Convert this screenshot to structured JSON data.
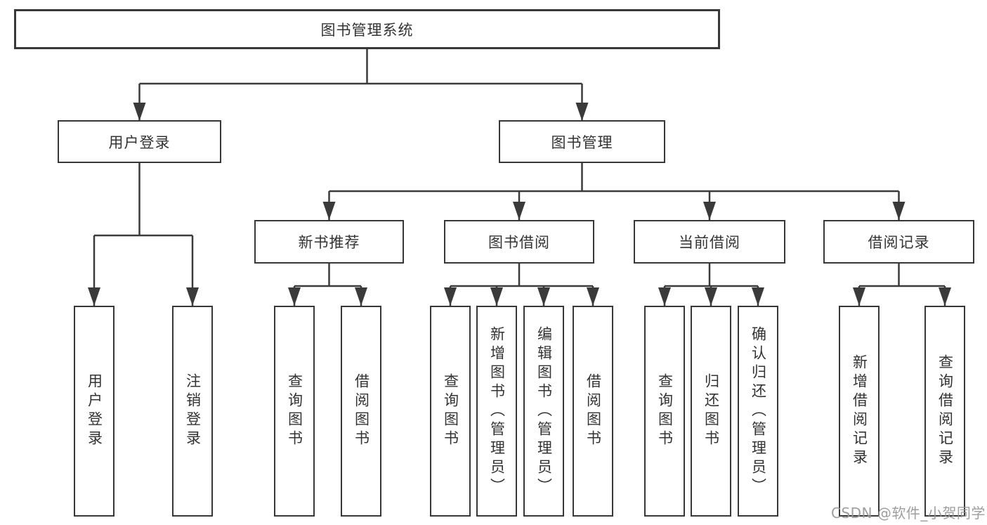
{
  "tree": {
    "root": {
      "label": "图书管理系统"
    },
    "branches": [
      {
        "label": "用户登录",
        "leaves": [
          {
            "label": "用户登录"
          },
          {
            "label": "注销登录"
          }
        ]
      },
      {
        "label": "图书管理",
        "groups": [
          {
            "label": "新书推荐",
            "leaves": [
              {
                "label": "查询图书"
              },
              {
                "label": "借阅图书"
              }
            ]
          },
          {
            "label": "图书借阅",
            "leaves": [
              {
                "label": "查询图书"
              },
              {
                "label": "新增图书（管理员）"
              },
              {
                "label": "编辑图书（管理员）"
              },
              {
                "label": "借阅图书"
              }
            ]
          },
          {
            "label": "当前借阅",
            "leaves": [
              {
                "label": "查询图书"
              },
              {
                "label": "归还图书"
              },
              {
                "label": "确认归还（管理员）"
              }
            ]
          },
          {
            "label": "借阅记录",
            "leaves": [
              {
                "label": "新增借阅记录"
              },
              {
                "label": "查询借阅记录"
              }
            ]
          }
        ]
      }
    ]
  },
  "watermark": {
    "text": "CSDN @软件_小贺同学"
  },
  "colors": {
    "line": "#3a3a3a",
    "border": "#383838",
    "text": "#333333",
    "background": "#ffffff",
    "watermark": "#969696"
  }
}
